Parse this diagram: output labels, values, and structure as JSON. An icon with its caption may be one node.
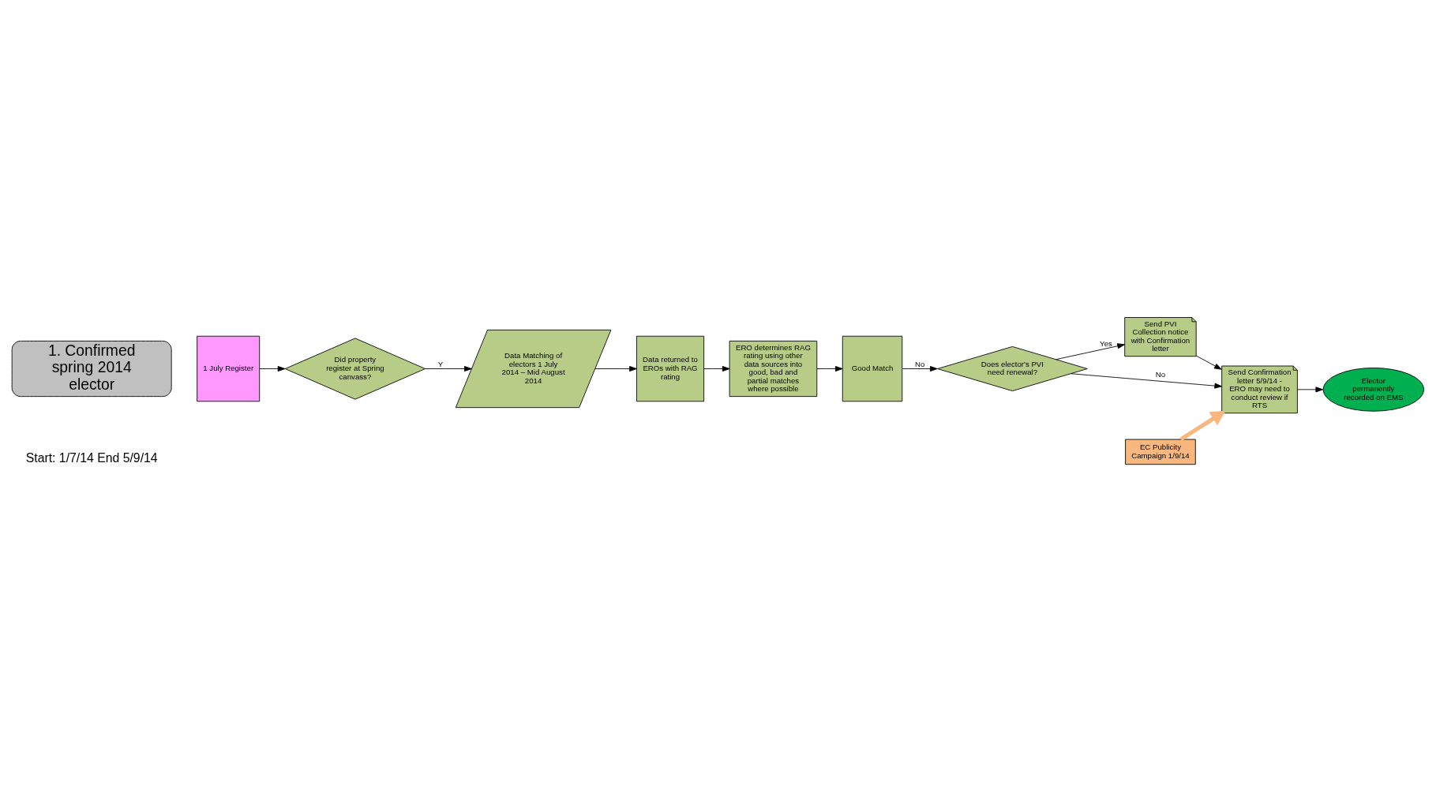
{
  "diagram": {
    "nodes": [
      {
        "text": [
          "1. Confirmed spring 2014 elector"
        ]
      },
      {
        "text": [
          "1 July Register"
        ]
      },
      {
        "text": [
          "Did property register at Spring canvass?"
        ]
      },
      {
        "text": [
          "Data Matching of electors 1 July 2014 – Mid August 2014"
        ]
      },
      {
        "text": [
          "Data returned to EROs with RAG rating"
        ]
      },
      {
        "text": [
          "ERO determines RAG rating using other data sources into good, bad and partial matches where possible"
        ]
      },
      {
        "text": [
          "Good Match"
        ]
      },
      {
        "text": [
          "Does elector's PVI need renewal?"
        ]
      },
      {
        "text": [
          "Send PVI Collection notice with Confirmation letter"
        ]
      },
      {
        "text": [
          "Send Confirmation letter 5/9/14 - ERO may need to conduct review if RTS"
        ]
      },
      {
        "text": [
          "Elector permanently recorded on EMS"
        ]
      },
      {
        "text": [
          "EC Publicity Campaign 1/9/14"
        ]
      }
    ],
    "edges": [
      {
        "from": 1,
        "to": 2,
        "arrow": "to"
      },
      {
        "from": 2,
        "to": 3,
        "arrow": "to",
        "label": "Y"
      },
      {
        "from": 3,
        "to": 4,
        "arrow": "to"
      },
      {
        "from": 4,
        "to": 5,
        "arrow": "to"
      },
      {
        "from": 5,
        "to": 6,
        "arrow": "to"
      },
      {
        "from": 6,
        "to": 7,
        "arrow": "to",
        "label": "No"
      },
      {
        "from": 7,
        "to": 8,
        "arrow": "to",
        "label": "Yes"
      },
      {
        "from": 7,
        "to": 9,
        "arrow": "to",
        "label": "No"
      },
      {
        "from": 8,
        "to": 9,
        "arrow": "to"
      },
      {
        "from": 9,
        "to": 10,
        "arrow": "to"
      },
      {
        "from": 11,
        "to": 9,
        "arrow": "to",
        "style": "thick",
        "color": "#f8b77e"
      }
    ],
    "labels": [
      "Start: 1/7/14 End 5/9/14"
    ]
  }
}
